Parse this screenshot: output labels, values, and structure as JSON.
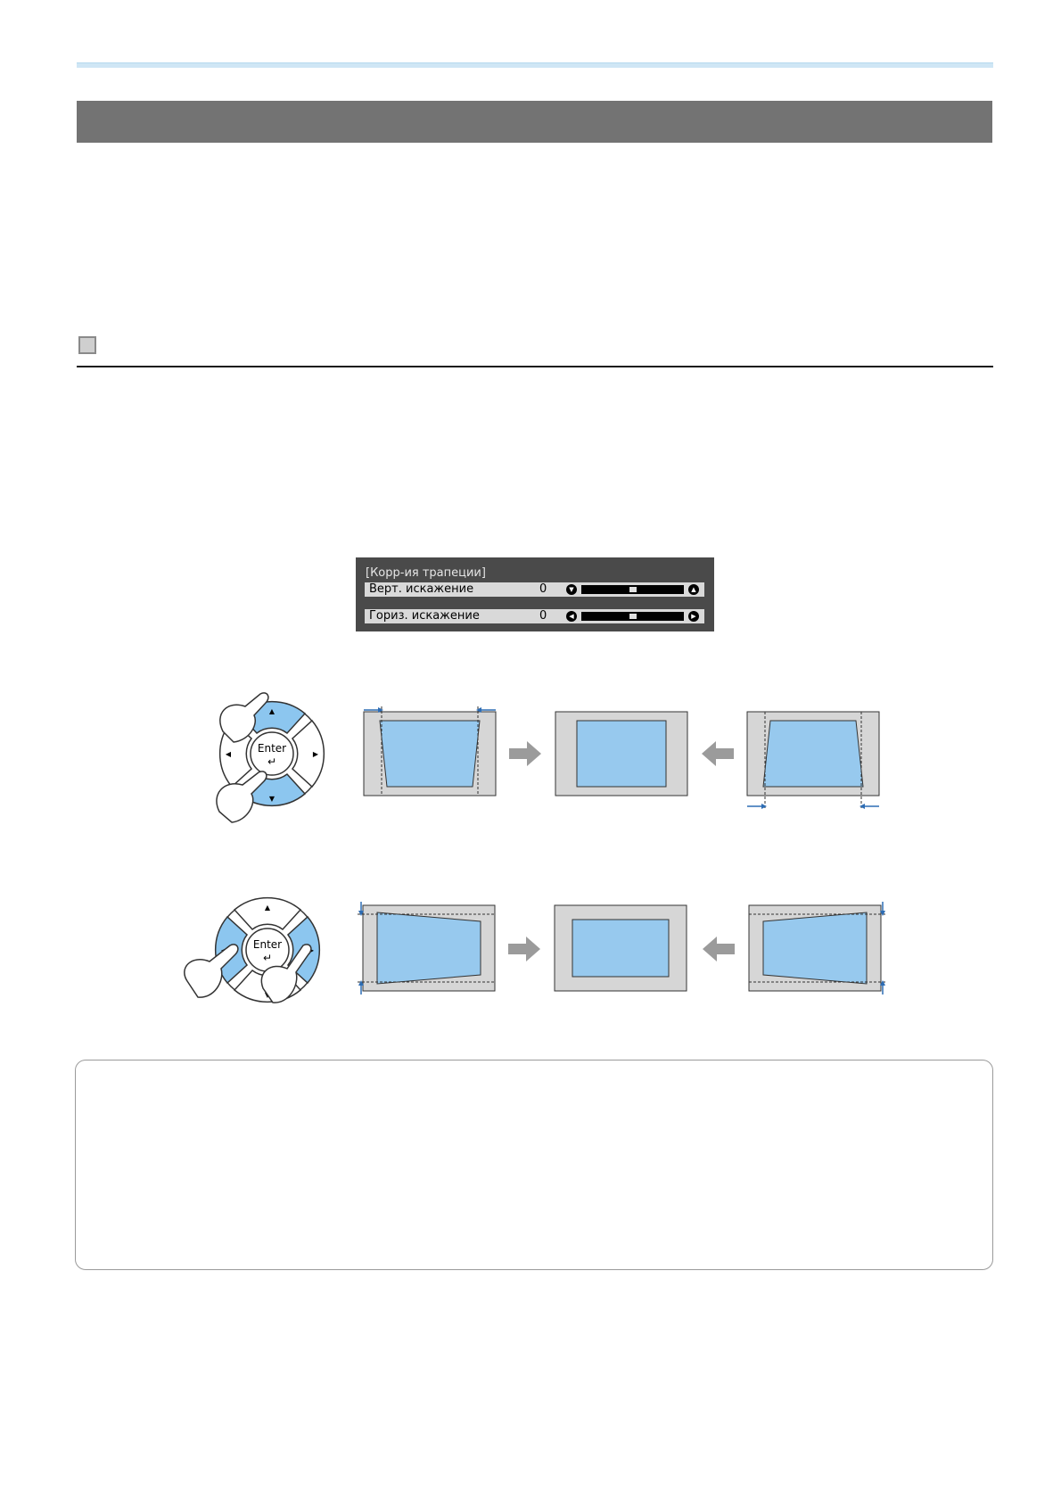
{
  "osd": {
    "title": "[Корр-ия трапеции]",
    "rows": [
      {
        "label": "Верт. искажение",
        "value": "0",
        "level": 0.5
      },
      {
        "label": "Гориз. искажение",
        "value": "0",
        "level": 0.5
      }
    ]
  },
  "figure_rows": [
    {
      "buttons_pressed": [
        "up",
        "down"
      ],
      "enter_label": "Enter"
    },
    {
      "buttons_pressed": [
        "left",
        "right"
      ],
      "enter_label": "Enter"
    }
  ],
  "colors": {
    "section_bar": "#737373",
    "screen_fill": "#97c9ee",
    "screen_frame": "#d6d6d6",
    "arrow_gray": "#9b9b9b",
    "pressed_button": "#8cc6ef",
    "marker_blue": "#2e6db4"
  }
}
